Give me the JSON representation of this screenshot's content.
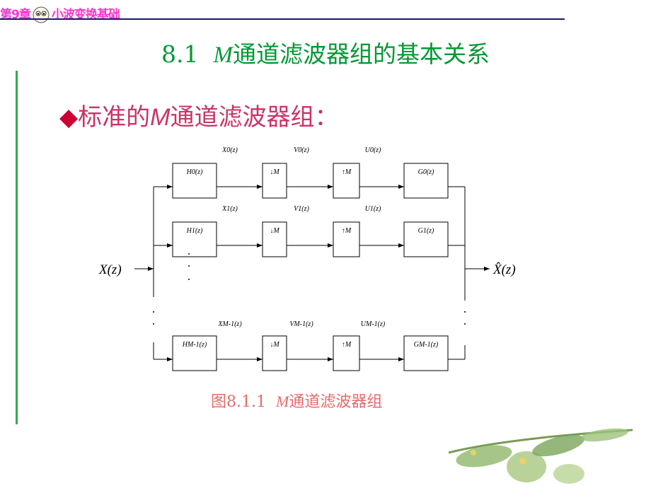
{
  "header": {
    "chapter_prefix": "第9章",
    "chapter_title": "小波变换基础"
  },
  "slide": {
    "title_number": "8.1",
    "title_M": "M",
    "title_rest": "通道滤波器组的基本关系",
    "bullet_prefix": "标准的",
    "bullet_M": "M",
    "bullet_suffix": "通道滤波器组：",
    "caption_number": "图8.1.1",
    "caption_M": "M",
    "caption_rest": "通道滤波器组"
  },
  "diagram": {
    "input": "X(z)",
    "output": "X̂(z)",
    "rows": [
      {
        "x": "X0(z)",
        "v": "V0(z)",
        "u": "U0(z)",
        "h": "H0(z)",
        "g": "G0(z)",
        "down": "↓M",
        "up": "↑M"
      },
      {
        "x": "X1(z)",
        "v": "V1(z)",
        "u": "U1(z)",
        "h": "H1(z)",
        "g": "G1(z)",
        "down": "↓M",
        "up": "↑M"
      },
      {
        "x": "XM-1(z)",
        "v": "VM-1(z)",
        "u": "UM-1(z)",
        "h": "HM-1(z)",
        "g": "GM-1(z)",
        "down": "↓M",
        "up": "↑M"
      }
    ]
  }
}
